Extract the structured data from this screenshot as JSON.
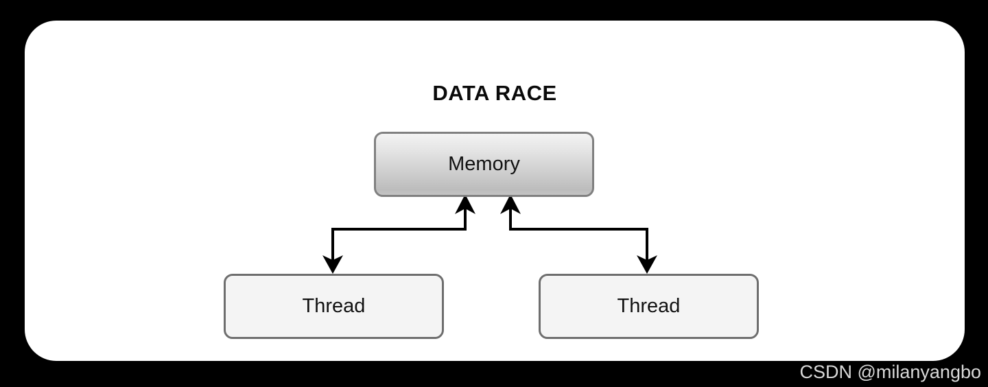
{
  "diagram": {
    "title": "DATA RACE",
    "background_color": "#000000",
    "card_color": "#ffffff",
    "nodes": [
      {
        "id": "memory",
        "label": "Memory",
        "role": "shared-resource",
        "fill_top": "#f3f3f3",
        "fill_bottom": "#bcbcbc",
        "border_color": "#808080"
      },
      {
        "id": "thread-left",
        "label": "Thread",
        "role": "actor",
        "fill": "#f4f4f4",
        "border_color": "#6e6e6e"
      },
      {
        "id": "thread-right",
        "label": "Thread",
        "role": "actor",
        "fill": "#f4f4f4",
        "border_color": "#6e6e6e"
      }
    ],
    "edges": [
      {
        "id": "edge-memory-to-thread-left",
        "from": "memory",
        "to": "thread-left",
        "direction": "down",
        "style": "orthogonal",
        "color": "#000000"
      },
      {
        "id": "edge-thread-left-to-memory",
        "from": "thread-left",
        "to": "memory",
        "direction": "up",
        "style": "orthogonal",
        "color": "#000000"
      },
      {
        "id": "edge-memory-to-thread-right",
        "from": "memory",
        "to": "thread-right",
        "direction": "down",
        "style": "orthogonal",
        "color": "#000000"
      },
      {
        "id": "edge-thread-right-to-memory",
        "from": "thread-right",
        "to": "memory",
        "direction": "up",
        "style": "orthogonal",
        "color": "#000000"
      }
    ]
  },
  "watermark": {
    "text": "CSDN @milanyangbo",
    "color": "#d9d9d9"
  }
}
